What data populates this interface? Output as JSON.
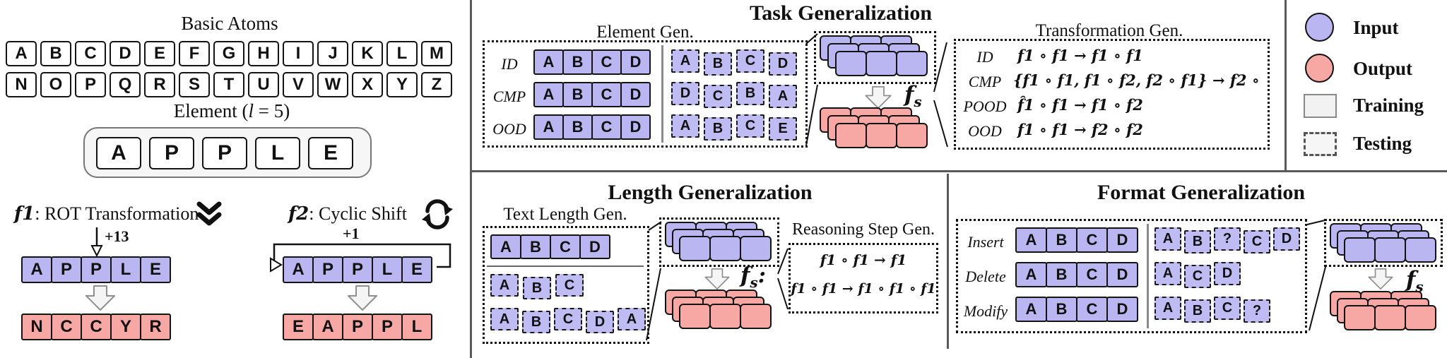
{
  "colors": {
    "input_blue": "#b9b6f1",
    "output_pink": "#f8a8a4",
    "training_gray": "#f2f2f2"
  },
  "left": {
    "atoms_title": "Basic Atoms",
    "atoms_row1": [
      "A",
      "B",
      "C",
      "D",
      "E",
      "F",
      "G",
      "H",
      "I",
      "J",
      "K",
      "L",
      "M"
    ],
    "atoms_row2": [
      "N",
      "O",
      "P",
      "Q",
      "R",
      "S",
      "T",
      "U",
      "V",
      "W",
      "X",
      "Y",
      "Z"
    ],
    "element": {
      "pre": "Element (",
      "var": "l",
      "post": " = 5)",
      "cells": [
        "A",
        "P",
        "P",
        "L",
        "E"
      ]
    },
    "f1": {
      "sym": "f1",
      "rest": ": ROT Transformation",
      "shift": "+13",
      "input": [
        "A",
        "P",
        "P",
        "L",
        "E"
      ],
      "output": [
        "N",
        "C",
        "C",
        "Y",
        "R"
      ]
    },
    "f2": {
      "sym": "f2",
      "rest": ": Cyclic Shift",
      "shift": "+1",
      "input": [
        "A",
        "P",
        "P",
        "L",
        "E"
      ],
      "output": [
        "E",
        "A",
        "P",
        "P",
        "L"
      ]
    }
  },
  "task": {
    "title": "Task Generalization",
    "element_gen_title": "Element Gen.",
    "rows": [
      {
        "label": "ID",
        "train": [
          "A",
          "B",
          "C",
          "D"
        ],
        "test": [
          "A",
          "B",
          "C",
          "D"
        ]
      },
      {
        "label": "CMP",
        "train": [
          "A",
          "B",
          "C",
          "D"
        ],
        "test": [
          "D",
          "C",
          "B",
          "A"
        ]
      },
      {
        "label": "OOD",
        "train": [
          "A",
          "B",
          "C",
          "D"
        ],
        "test": [
          "A",
          "B",
          "C",
          "E"
        ]
      }
    ],
    "fs": {
      "base": "f",
      "sub": "s"
    },
    "transform_gen_title": "Transformation Gen.",
    "transform_rows": [
      {
        "label": "ID",
        "formula": "f1 ∘ f1 → f1 ∘ f1"
      },
      {
        "label": "CMP",
        "formula": "{f1 ∘ f1, f1 ∘ f2, f2 ∘ f1} → f2 ∘"
      },
      {
        "label": "POOD",
        "formula": "f̂1 ∘ f1 → f1 ∘ f2"
      },
      {
        "label": "OOD",
        "formula": "f1 ∘ f1 → f2 ∘ f2"
      }
    ]
  },
  "length": {
    "title": "Length Generalization",
    "text_length_title": "Text Length Gen.",
    "train_row": [
      "A",
      "B",
      "C",
      "D"
    ],
    "test_row1": [
      "A",
      "B",
      "C"
    ],
    "test_row2": [
      "A",
      "B",
      "C",
      "D",
      "A"
    ],
    "fs": {
      "base": "f",
      "sub": "s",
      "suffix": ":"
    },
    "reasoning_title": "Reasoning Step Gen.",
    "formulas": [
      "f1 ∘ f1 → f1",
      "f1 ∘ f1 → f1 ∘ f1 ∘ f1"
    ]
  },
  "format": {
    "title": "Format Generalization",
    "rows": [
      {
        "label": "Insert",
        "train": [
          "A",
          "B",
          "C",
          "D"
        ],
        "test": [
          "A",
          "B",
          "?",
          "C",
          "D"
        ]
      },
      {
        "label": "Delete",
        "train": [
          "A",
          "B",
          "C",
          "D"
        ],
        "test": [
          "A",
          "C",
          "D"
        ]
      },
      {
        "label": "Modify",
        "train": [
          "A",
          "B",
          "C",
          "D"
        ],
        "test": [
          "A",
          "B",
          "C",
          "?"
        ]
      }
    ],
    "fs": {
      "base": "f",
      "sub": "s"
    }
  },
  "legend": {
    "input": "Input",
    "output": "Output",
    "training": "Training",
    "testing": "Testing"
  }
}
